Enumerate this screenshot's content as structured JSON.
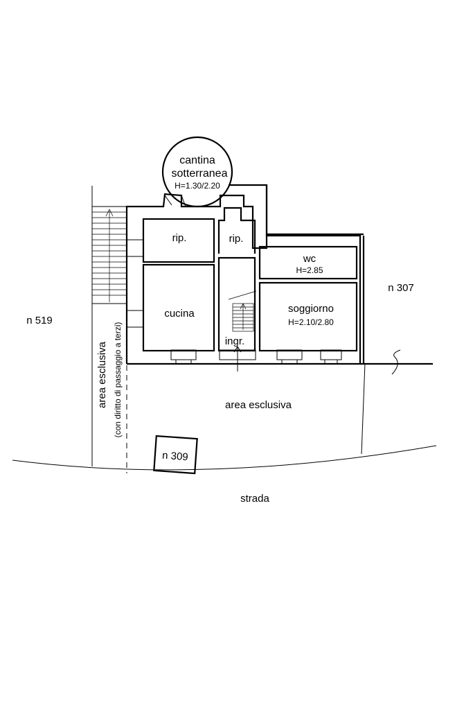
{
  "labels": {
    "cantina_line1": "cantina",
    "cantina_line2": "sotterranea",
    "cantina_height": "H=1.30/2.20",
    "rip_left": "rip.",
    "rip_right": "rip.",
    "wc": "wc",
    "wc_height": "H=2.85",
    "cucina": "cucina",
    "soggiorno": "soggiorno",
    "soggiorno_height": "H=2.10/2.80",
    "ingresso": "ingr.",
    "n519": "n 519",
    "n307": "n 307",
    "n309": "n 309",
    "area_esclusiva_side": "area esclusiva",
    "passaggio": "(con diritto di passaggio a terzi)",
    "area_esclusiva_front": "area esclusiva",
    "strada": "strada"
  },
  "colors": {
    "line": "#000000",
    "background": "#ffffff"
  }
}
